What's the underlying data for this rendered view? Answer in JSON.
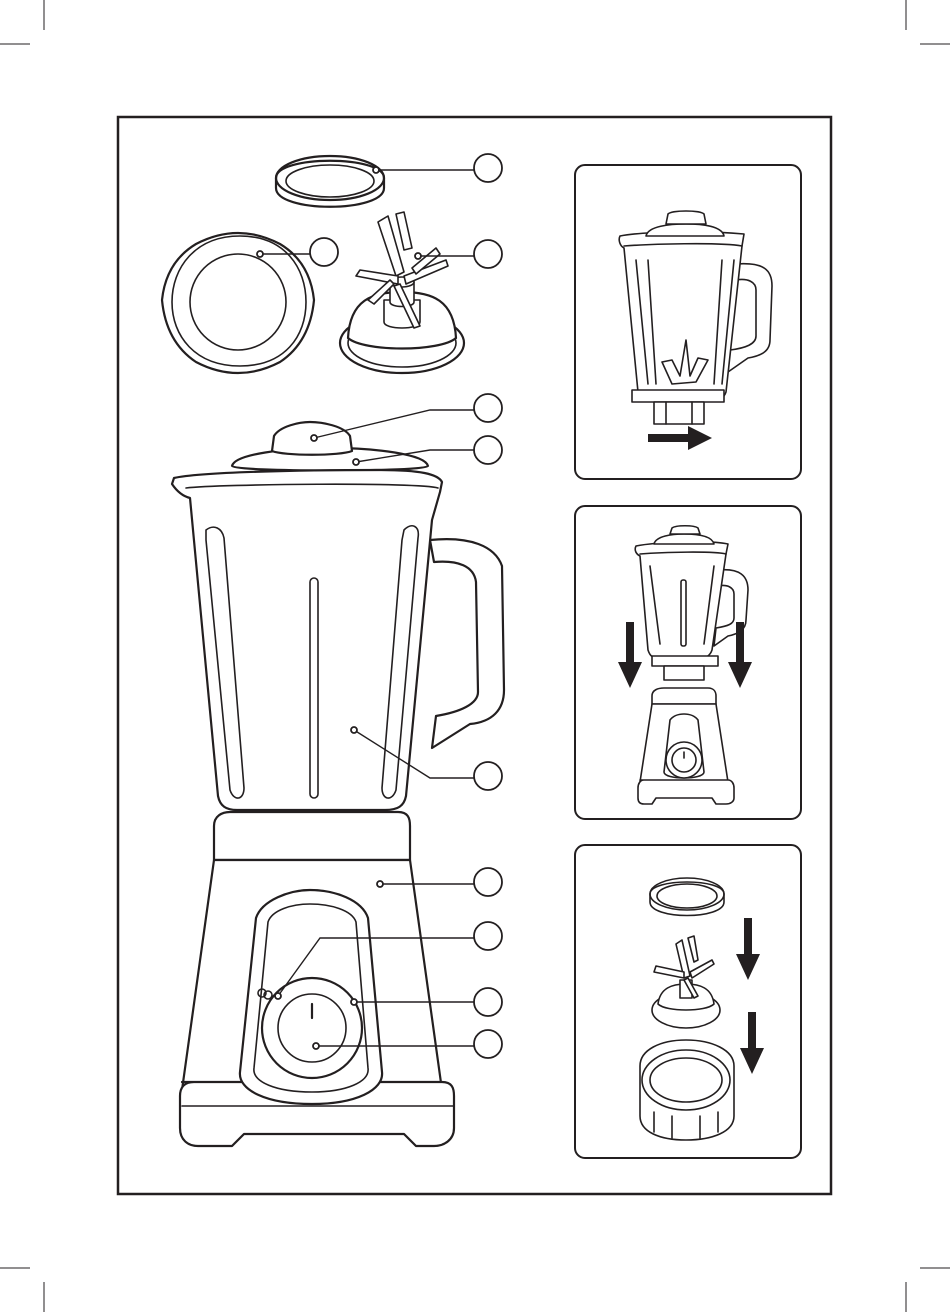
{
  "figure": {
    "callouts": [
      {
        "id": "gasket",
        "label": ""
      },
      {
        "id": "locking-ring",
        "label": ""
      },
      {
        "id": "blade-assembly",
        "label": ""
      },
      {
        "id": "lid-cap",
        "label": ""
      },
      {
        "id": "jar-lid",
        "label": ""
      },
      {
        "id": "jar",
        "label": ""
      },
      {
        "id": "motor-base",
        "label": ""
      },
      {
        "id": "pulse-indicator",
        "label": ""
      },
      {
        "id": "speed-dial",
        "label": ""
      },
      {
        "id": "dial-knob",
        "label": ""
      }
    ],
    "steps": [
      {
        "id": "step-remove-base",
        "arrow": "right"
      },
      {
        "id": "step-mount-jar",
        "arrow": "down"
      },
      {
        "id": "step-assemble-blade",
        "arrow": "down"
      }
    ]
  }
}
